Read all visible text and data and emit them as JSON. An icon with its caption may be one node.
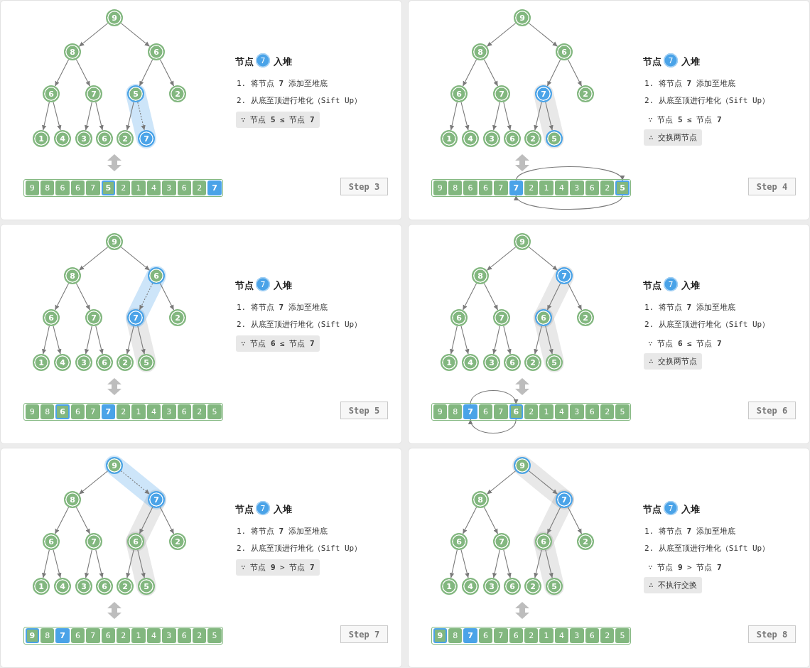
{
  "diagram": {
    "nodes": [
      {
        "text": [],
        "shape": "box"
      },
      {
        "text": [
          "9"
        ],
        "in": 0
      },
      {
        "text": [
          "8"
        ],
        "in": 0
      },
      {
        "text": [
          "6"
        ],
        "in": 0
      },
      {
        "text": [
          "6"
        ],
        "in": 0
      },
      {
        "text": [
          "7"
        ],
        "in": 0
      },
      {
        "text": [
          "5"
        ],
        "in": 0
      },
      {
        "text": [
          "2"
        ],
        "in": 0
      },
      {
        "text": [
          "1"
        ],
        "in": 0
      },
      {
        "text": [
          "4"
        ],
        "in": 0
      },
      {
        "text": [
          "3"
        ],
        "in": 0
      },
      {
        "text": [
          "6"
        ],
        "in": 0
      },
      {
        "text": [
          "2"
        ],
        "in": 0
      },
      {
        "text": [
          "7"
        ],
        "in": 0
      },
      {
        "text": [
          "7"
        ],
        "in": 0,
        "beside": [
          "节点",
          "入堆"
        ]
      },
      {
        "text": [
          "∵ 节点 **5** ≤ 节点 **7**"
        ],
        "in": 0
      },
      {
        "text": [
          "Step 3"
        ],
        "in": 0
      },
      {
        "text": [],
        "shape": "bar",
        "in": 0
      },
      {
        "text": [
          "9"
        ],
        "in": 17
      },
      {
        "text": [
          "8"
        ],
        "in": 17
      },
      {
        "text": [
          "6"
        ],
        "in": 17
      },
      {
        "text": [
          "6"
        ],
        "in": 17
      },
      {
        "text": [
          "7"
        ],
        "in": 17
      },
      {
        "text": [
          "5"
        ],
        "in": 17
      },
      {
        "text": [
          "2"
        ],
        "in": 17
      },
      {
        "text": [
          "1"
        ],
        "in": 17
      },
      {
        "text": [
          "4"
        ],
        "in": 17
      },
      {
        "text": [
          "3"
        ],
        "in": 17
      },
      {
        "text": [
          "6"
        ],
        "in": 17
      },
      {
        "text": [
          "2"
        ],
        "in": 17
      },
      {
        "text": [
          "7"
        ],
        "in": 17
      },
      {
        "text": [],
        "shape": "box"
      },
      {
        "text": [
          "9"
        ],
        "in": 31
      },
      {
        "text": [
          "8"
        ],
        "in": 31
      },
      {
        "text": [
          "6"
        ],
        "in": 31
      },
      {
        "text": [
          "6"
        ],
        "in": 31
      },
      {
        "text": [
          "7"
        ],
        "in": 31
      },
      {
        "text": [
          "7"
        ],
        "in": 31
      },
      {
        "text": [
          "2"
        ],
        "in": 31
      },
      {
        "text": [
          "1"
        ],
        "in": 31
      },
      {
        "text": [
          "4"
        ],
        "in": 31
      },
      {
        "text": [
          "3"
        ],
        "in": 31
      },
      {
        "text": [
          "6"
        ],
        "in": 31
      },
      {
        "text": [
          "2"
        ],
        "in": 31
      },
      {
        "text": [
          "5"
        ],
        "in": 31
      },
      {
        "text": [
          "7"
        ],
        "in": 31,
        "beside": [
          "节点",
          "入堆"
        ]
      },
      {
        "text": [
          "∴ 交换两节点"
        ],
        "in": 31
      },
      {
        "text": [
          "Step 4"
        ],
        "in": 31
      },
      {
        "text": [],
        "shape": "bar",
        "in": 31
      },
      {
        "text": [
          "9"
        ],
        "in": 48
      },
      {
        "text": [
          "8"
        ],
        "in": 48
      },
      {
        "text": [
          "6"
        ],
        "in": 48
      },
      {
        "text": [
          "6"
        ],
        "in": 48
      },
      {
        "text": [
          "7"
        ],
        "in": 48
      },
      {
        "text": [
          "7"
        ],
        "in": 48
      },
      {
        "text": [
          "2"
        ],
        "in": 48
      },
      {
        "text": [
          "1"
        ],
        "in": 48
      },
      {
        "text": [
          "4"
        ],
        "in": 48
      },
      {
        "text": [
          "3"
        ],
        "in": 48
      },
      {
        "text": [
          "6"
        ],
        "in": 48
      },
      {
        "text": [
          "2"
        ],
        "in": 48
      },
      {
        "text": [
          "5"
        ],
        "in": 48
      },
      {
        "text": [],
        "shape": "box"
      },
      {
        "text": [
          "9"
        ],
        "in": 62
      },
      {
        "text": [
          "8"
        ],
        "in": 62
      },
      {
        "text": [
          "6"
        ],
        "in": 62
      },
      {
        "text": [
          "6"
        ],
        "in": 62
      },
      {
        "text": [
          "7"
        ],
        "in": 62
      },
      {
        "text": [
          "7"
        ],
        "in": 62
      },
      {
        "text": [
          "2"
        ],
        "in": 62
      },
      {
        "text": [
          "1"
        ],
        "in": 62
      },
      {
        "text": [
          "4"
        ],
        "in": 62
      },
      {
        "text": [
          "3"
        ],
        "in": 62
      },
      {
        "text": [
          "6"
        ],
        "in": 62
      },
      {
        "text": [
          "2"
        ],
        "in": 62
      },
      {
        "text": [
          "5"
        ],
        "in": 62
      },
      {
        "text": [
          "7"
        ],
        "in": 62,
        "beside": [
          "节点",
          "入堆"
        ]
      },
      {
        "text": [
          "∵ 节点 **6** ≤ 节点 **7**"
        ],
        "in": 62
      },
      {
        "text": [
          "Step 5"
        ],
        "in": 62
      },
      {
        "text": [],
        "shape": "bar",
        "in": 62
      },
      {
        "text": [
          "9"
        ],
        "in": 79
      },
      {
        "text": [
          "8"
        ],
        "in": 79
      },
      {
        "text": [
          "6"
        ],
        "in": 79
      },
      {
        "text": [
          "6"
        ],
        "in": 79
      },
      {
        "text": [
          "7"
        ],
        "in": 79
      },
      {
        "text": [
          "7"
        ],
        "in": 79
      },
      {
        "text": [
          "2"
        ],
        "in": 79
      },
      {
        "text": [
          "1"
        ],
        "in": 79
      },
      {
        "text": [
          "4"
        ],
        "in": 79
      },
      {
        "text": [
          "3"
        ],
        "in": 79
      },
      {
        "text": [
          "6"
        ],
        "in": 79
      },
      {
        "text": [
          "2"
        ],
        "in": 79
      },
      {
        "text": [
          "5"
        ],
        "in": 79
      },
      {
        "text": [],
        "shape": "box"
      },
      {
        "text": [
          "9"
        ],
        "in": 93
      },
      {
        "text": [
          "8"
        ],
        "in": 93
      },
      {
        "text": [
          "7"
        ],
        "in": 93
      },
      {
        "text": [
          "6"
        ],
        "in": 93
      },
      {
        "text": [
          "7"
        ],
        "in": 93
      },
      {
        "text": [
          "6"
        ],
        "in": 93
      },
      {
        "text": [
          "2"
        ],
        "in": 93
      },
      {
        "text": [
          "1"
        ],
        "in": 93
      },
      {
        "text": [
          "4"
        ],
        "in": 93
      },
      {
        "text": [
          "3"
        ],
        "in": 93
      },
      {
        "text": [
          "6"
        ],
        "in": 93
      },
      {
        "text": [
          "2"
        ],
        "in": 93
      },
      {
        "text": [
          "5"
        ],
        "in": 93
      },
      {
        "text": [
          "7"
        ],
        "in": 93,
        "beside": [
          "节点",
          "入堆"
        ]
      },
      {
        "text": [
          "∴ 交换两节点"
        ],
        "in": 93
      },
      {
        "text": [
          "Step 6"
        ],
        "in": 93
      },
      {
        "text": [],
        "shape": "bar",
        "in": 93
      },
      {
        "text": [
          "9"
        ],
        "in": 110
      },
      {
        "text": [
          "8"
        ],
        "in": 110
      },
      {
        "text": [
          "7"
        ],
        "in": 110
      },
      {
        "text": [
          "6"
        ],
        "in": 110
      },
      {
        "text": [
          "7"
        ],
        "in": 110
      },
      {
        "text": [
          "6"
        ],
        "in": 110
      },
      {
        "text": [
          "2"
        ],
        "in": 110
      },
      {
        "text": [
          "1"
        ],
        "in": 110
      },
      {
        "text": [
          "4"
        ],
        "in": 110
      },
      {
        "text": [
          "3"
        ],
        "in": 110
      },
      {
        "text": [
          "6"
        ],
        "in": 110
      },
      {
        "text": [
          "2"
        ],
        "in": 110
      },
      {
        "text": [
          "5"
        ],
        "in": 110
      },
      {
        "text": [],
        "shape": "box"
      },
      {
        "text": [
          "9"
        ],
        "in": 124
      },
      {
        "text": [
          "8"
        ],
        "in": 124
      },
      {
        "text": [
          "7"
        ],
        "in": 124
      },
      {
        "text": [
          "6"
        ],
        "in": 124
      },
      {
        "text": [
          "7"
        ],
        "in": 124
      },
      {
        "text": [
          "6"
        ],
        "in": 124
      },
      {
        "text": [
          "2"
        ],
        "in": 124
      },
      {
        "text": [
          "1"
        ],
        "in": 124
      },
      {
        "text": [
          "4"
        ],
        "in": 124
      },
      {
        "text": [
          "3"
        ],
        "in": 124
      },
      {
        "text": [
          "6"
        ],
        "in": 124
      },
      {
        "text": [
          "2"
        ],
        "in": 124
      },
      {
        "text": [
          "5"
        ],
        "in": 124
      },
      {
        "text": [
          "7"
        ],
        "in": 124,
        "beside": [
          "节点",
          "入堆"
        ]
      },
      {
        "text": [
          "∵ 节点 **9** > 节点 **7**"
        ],
        "in": 124
      },
      {
        "text": [
          "Step 7"
        ],
        "in": 124
      },
      {
        "text": [],
        "shape": "bar",
        "in": 124
      },
      {
        "text": [
          "9"
        ],
        "in": 141
      },
      {
        "text": [
          "8"
        ],
        "in": 141
      },
      {
        "text": [
          "7"
        ],
        "in": 141
      },
      {
        "text": [
          "6"
        ],
        "in": 141
      },
      {
        "text": [
          "7"
        ],
        "in": 141
      },
      {
        "text": [
          "6"
        ],
        "in": 141
      },
      {
        "text": [
          "2"
        ],
        "in": 141
      },
      {
        "text": [
          "1"
        ],
        "in": 141
      },
      {
        "text": [
          "4"
        ],
        "in": 141
      },
      {
        "text": [
          "3"
        ],
        "in": 141
      },
      {
        "text": [
          "6"
        ],
        "in": 141
      },
      {
        "text": [
          "2"
        ],
        "in": 141
      },
      {
        "text": [
          "5"
        ],
        "in": 141
      },
      {
        "text": [],
        "shape": "box"
      },
      {
        "text": [
          "9"
        ],
        "in": 155
      },
      {
        "text": [
          "8"
        ],
        "in": 155
      },
      {
        "text": [
          "7"
        ],
        "in": 155
      },
      {
        "text": [
          "6"
        ],
        "in": 155
      },
      {
        "text": [
          "7"
        ],
        "in": 155
      },
      {
        "text": [
          "6"
        ],
        "in": 155
      },
      {
        "text": [
          "2"
        ],
        "in": 155
      },
      {
        "text": [
          "1"
        ],
        "in": 155
      },
      {
        "text": [
          "4"
        ],
        "in": 155
      },
      {
        "text": [
          "3"
        ],
        "in": 155
      },
      {
        "text": [
          "6"
        ],
        "in": 155
      },
      {
        "text": [
          "2"
        ],
        "in": 155
      },
      {
        "text": [
          "5"
        ],
        "in": 155
      },
      {
        "text": [
          "7"
        ],
        "in": 155,
        "beside": [
          "节点",
          "入堆"
        ]
      },
      {
        "text": [
          "∴ 不执行交换"
        ],
        "in": 155
      },
      {
        "text": [
          "Step 8"
        ],
        "in": 155
      },
      {
        "text": [],
        "shape": "bar",
        "in": 155
      },
      {
        "text": [
          "9"
        ],
        "in": 172
      },
      {
        "text": [
          "8"
        ],
        "in": 172
      },
      {
        "text": [
          "7"
        ],
        "in": 172
      },
      {
        "text": [
          "6"
        ],
        "in": 172
      },
      {
        "text": [
          "7"
        ],
        "in": 172
      },
      {
        "text": [
          "6"
        ],
        "in": 172
      },
      {
        "text": [
          "2"
        ],
        "in": 172
      },
      {
        "text": [
          "1"
        ],
        "in": 172
      },
      {
        "text": [
          "4"
        ],
        "in": 172
      },
      {
        "text": [
          "3"
        ],
        "in": 172
      },
      {
        "text": [
          "6"
        ],
        "in": 172
      },
      {
        "text": [
          "2"
        ],
        "in": 172
      },
      {
        "text": [
          "5"
        ],
        "in": 172
      }
    ],
    "edges": [
      {
        "from": 1,
        "to": 2,
        "arrow": "to"
      },
      {
        "from": 1,
        "to": 3,
        "arrow": "to"
      },
      {
        "from": 2,
        "to": 4,
        "arrow": "to"
      },
      {
        "from": 2,
        "to": 5,
        "arrow": "to"
      },
      {
        "from": 3,
        "to": 6,
        "arrow": "to"
      },
      {
        "from": 3,
        "to": 7,
        "arrow": "to"
      },
      {
        "from": 4,
        "to": 8,
        "arrow": "to"
      },
      {
        "from": 4,
        "to": 9,
        "arrow": "to"
      },
      {
        "from": 5,
        "to": 10,
        "arrow": "to"
      },
      {
        "from": 5,
        "to": 11,
        "arrow": "to"
      },
      {
        "from": 6,
        "to": 12,
        "arrow": "to"
      },
      {
        "from": 6,
        "to": 13,
        "arrow": "to",
        "style": "dashed"
      },
      {
        "from": 32,
        "to": 33,
        "arrow": "to"
      },
      {
        "from": 32,
        "to": 34,
        "arrow": "to"
      },
      {
        "from": 33,
        "to": 35,
        "arrow": "to"
      },
      {
        "from": 33,
        "to": 36,
        "arrow": "to"
      },
      {
        "from": 34,
        "to": 37,
        "arrow": "to"
      },
      {
        "from": 34,
        "to": 38,
        "arrow": "to"
      },
      {
        "from": 35,
        "to": 39,
        "arrow": "to"
      },
      {
        "from": 35,
        "to": 40,
        "arrow": "to"
      },
      {
        "from": 36,
        "to": 41,
        "arrow": "to"
      },
      {
        "from": 36,
        "to": 42,
        "arrow": "to"
      },
      {
        "from": 37,
        "to": 43,
        "arrow": "to"
      },
      {
        "from": 37,
        "to": 44,
        "arrow": "to"
      },
      {
        "from": 54,
        "to": 61,
        "arrow": "to"
      },
      {
        "from": 61,
        "to": 54,
        "arrow": "to"
      },
      {
        "from": 63,
        "to": 64,
        "arrow": "to"
      },
      {
        "from": 63,
        "to": 65,
        "arrow": "to"
      },
      {
        "from": 64,
        "to": 66,
        "arrow": "to"
      },
      {
        "from": 64,
        "to": 67,
        "arrow": "to"
      },
      {
        "from": 65,
        "to": 68,
        "arrow": "to",
        "style": "dashed"
      },
      {
        "from": 65,
        "to": 69,
        "arrow": "to"
      },
      {
        "from": 66,
        "to": 70,
        "arrow": "to"
      },
      {
        "from": 66,
        "to": 71,
        "arrow": "to"
      },
      {
        "from": 67,
        "to": 72,
        "arrow": "to"
      },
      {
        "from": 67,
        "to": 73,
        "arrow": "to"
      },
      {
        "from": 68,
        "to": 74,
        "arrow": "to"
      },
      {
        "from": 68,
        "to": 75,
        "arrow": "to"
      },
      {
        "from": 94,
        "to": 95,
        "arrow": "to"
      },
      {
        "from": 94,
        "to": 96,
        "arrow": "to"
      },
      {
        "from": 95,
        "to": 97,
        "arrow": "to"
      },
      {
        "from": 95,
        "to": 98,
        "arrow": "to"
      },
      {
        "from": 96,
        "to": 99,
        "arrow": "to"
      },
      {
        "from": 96,
        "to": 100,
        "arrow": "to"
      },
      {
        "from": 97,
        "to": 101,
        "arrow": "to"
      },
      {
        "from": 97,
        "to": 102,
        "arrow": "to"
      },
      {
        "from": 98,
        "to": 103,
        "arrow": "to"
      },
      {
        "from": 98,
        "to": 104,
        "arrow": "to"
      },
      {
        "from": 99,
        "to": 105,
        "arrow": "to"
      },
      {
        "from": 99,
        "to": 106,
        "arrow": "to"
      },
      {
        "from": 113,
        "to": 116,
        "arrow": "to"
      },
      {
        "from": 116,
        "to": 113,
        "arrow": "to"
      },
      {
        "from": 125,
        "to": 126,
        "arrow": "to"
      },
      {
        "from": 125,
        "to": 127,
        "arrow": "to",
        "style": "dashed"
      },
      {
        "from": 126,
        "to": 128,
        "arrow": "to"
      },
      {
        "from": 126,
        "to": 129,
        "arrow": "to"
      },
      {
        "from": 127,
        "to": 130,
        "arrow": "to"
      },
      {
        "from": 127,
        "to": 131,
        "arrow": "to"
      },
      {
        "from": 128,
        "to": 132,
        "arrow": "to"
      },
      {
        "from": 128,
        "to": 133,
        "arrow": "to"
      },
      {
        "from": 129,
        "to": 134,
        "arrow": "to"
      },
      {
        "from": 129,
        "to": 135,
        "arrow": "to"
      },
      {
        "from": 130,
        "to": 136,
        "arrow": "to"
      },
      {
        "from": 130,
        "to": 137,
        "arrow": "to"
      },
      {
        "from": 156,
        "to": 157,
        "arrow": "to"
      },
      {
        "from": 156,
        "to": 158,
        "arrow": "to"
      },
      {
        "from": 157,
        "to": 159,
        "arrow": "to"
      },
      {
        "from": 157,
        "to": 160,
        "arrow": "to"
      },
      {
        "from": 158,
        "to": 161,
        "arrow": "to"
      },
      {
        "from": 158,
        "to": 162,
        "arrow": "to"
      },
      {
        "from": 159,
        "to": 163,
        "arrow": "to"
      },
      {
        "from": 159,
        "to": 164,
        "arrow": "to"
      },
      {
        "from": 160,
        "to": 165,
        "arrow": "to"
      },
      {
        "from": 160,
        "to": 166,
        "arrow": "to"
      },
      {
        "from": 161,
        "to": 167,
        "arrow": "to"
      },
      {
        "from": 161,
        "to": 168,
        "arrow": "to"
      }
    ],
    "labels": [
      "1. 将节点 **7** 添加至堆底",
      "2. 从底至顶进行堆化（Sift Up）",
      "1. 将节点 **7** 添加至堆底",
      "2. 从底至顶进行堆化（Sift Up）",
      "∵ 节点 **5** ≤ 节点 **7**",
      "1. 将节点 **7** 添加至堆底",
      "2. 从底至顶进行堆化（Sift Up）",
      "1. 将节点 **7** 添加至堆底",
      "2. 从底至顶进行堆化（Sift Up）",
      "∵ 节点 **6** ≤ 节点 **7**",
      "1. 将节点 **7** 添加至堆底",
      "2. 从底至顶进行堆化（Sift Up）",
      "1. 将节点 **7** 添加至堆底",
      "2. 从底至顶进行堆化（Sift Up）",
      "∵ 节点 **9** > 节点 **7**"
    ]
  }
}
